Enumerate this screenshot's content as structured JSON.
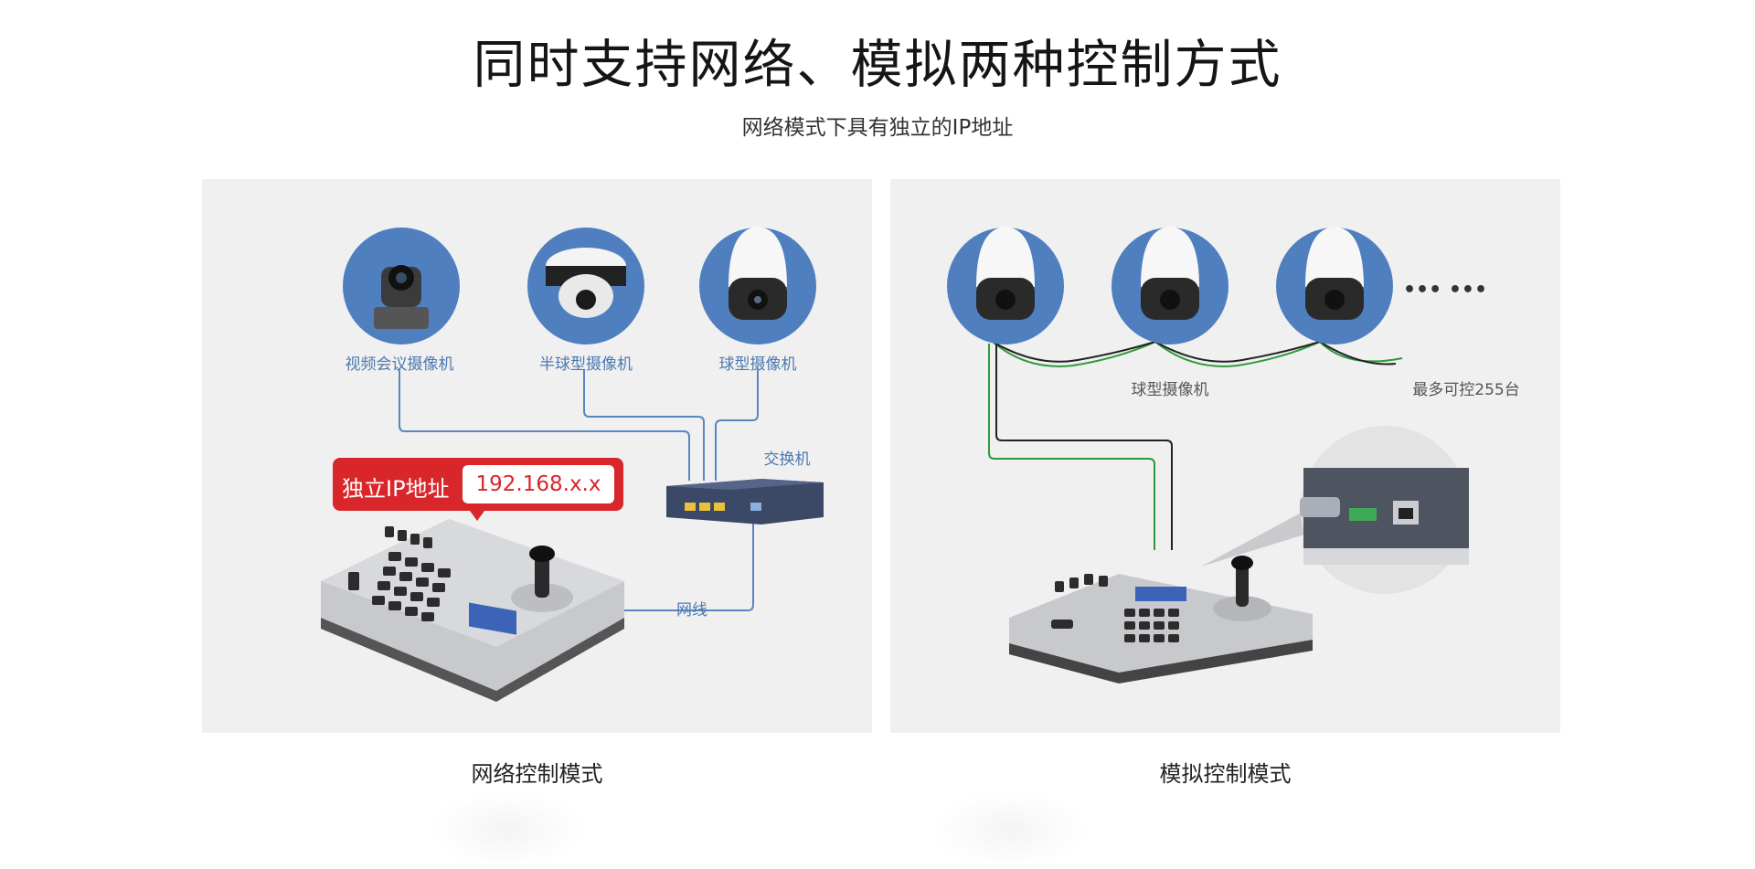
{
  "header": {
    "title": "同时支持网络、模拟两种控制方式",
    "subtitle": "网络模式下具有独立的IP地址"
  },
  "network_panel": {
    "caption": "网络控制模式",
    "camera_labels": [
      "视频会议摄像机",
      "半球型摄像机",
      "球型摄像机"
    ],
    "switch_label": "交换机",
    "cable_label": "网线",
    "ip_tag": {
      "label": "独立IP地址",
      "value": "192.168.x.x"
    }
  },
  "analog_panel": {
    "caption": "模拟控制模式",
    "camera_label": "球型摄像机",
    "max_label": "最多可控255台",
    "ellipsis": "•••  •••"
  },
  "colors": {
    "camera_circle": "#4f7fbf",
    "line_blue": "#5a86bf",
    "line_green": "#2e9a3e",
    "line_black": "#222222",
    "ip_red": "#d8262b",
    "panel_bg": "#f0f0f0"
  }
}
